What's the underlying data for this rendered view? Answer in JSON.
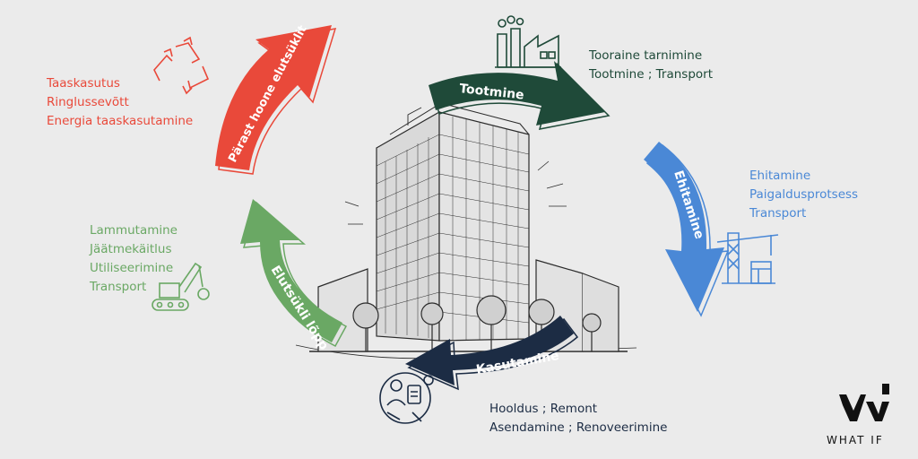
{
  "colors": {
    "red": "#e9493a",
    "dark_green": "#1f4a39",
    "blue": "#4a88d6",
    "navy": "#1c2c44",
    "green": "#6aa864",
    "background": "#ebebeb"
  },
  "stages": {
    "tootmine": {
      "label": "Tootmine",
      "items": [
        "Tooraine tarnimine",
        "Tootmine ; Transport"
      ],
      "icon": "factory-icon"
    },
    "ehitamine": {
      "label": "Ehitamine",
      "items": [
        "Ehitamine",
        "Paigaldusprotsess",
        "Transport"
      ],
      "icon": "crane-icon"
    },
    "kasutamine": {
      "label": "Kasutamine",
      "items": [
        "Hooldus ; Remont",
        "Asendamine ; Renoveerimine"
      ],
      "icon": "maintenance-worker-icon"
    },
    "elutsukli_lopp": {
      "label": "Elutsükli lõpp",
      "items": [
        "Lammutamine",
        "Jäätmekäitlus",
        "Utiliseerimine",
        "Transport"
      ],
      "icon": "demolition-machine-icon"
    },
    "parast_elutsuklit": {
      "label": "Pärast hoone elutsüklit",
      "items": [
        "Taaskasutus",
        "Ringlussevõtt",
        "Energia taaskasutamine"
      ],
      "icon": "recycle-icon"
    }
  },
  "brand": {
    "name": "WHAT IF",
    "logo_icon": "what-if-logo-icon"
  }
}
